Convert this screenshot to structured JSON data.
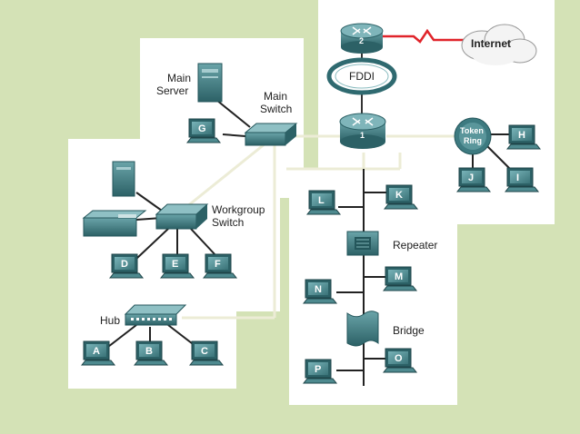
{
  "labels": {
    "main_server": [
      "Main",
      "Server"
    ],
    "main_switch": [
      "Main",
      "Switch"
    ],
    "workgroup_switch": [
      "Workgroup",
      "Switch"
    ],
    "hub": "Hub",
    "repeater": "Repeater",
    "bridge": "Bridge",
    "fddi": "FDDI",
    "internet": "Internet",
    "token_ring": [
      "Token",
      "Ring"
    ],
    "router_top": "2",
    "router_main": "1"
  },
  "pcs": {
    "G": "G",
    "D": "D",
    "E": "E",
    "F": "F",
    "A": "A",
    "B": "B",
    "C": "C",
    "L": "L",
    "K": "K",
    "N": "N",
    "M": "M",
    "P": "P",
    "O": "O",
    "H": "H",
    "J": "J",
    "I": "I"
  },
  "colors": {
    "background": "#d4e2b6",
    "panel": "#ffffff",
    "device": "#3d7a80",
    "device_dark": "#24565b",
    "link_red": "#e0242a",
    "link_pale": "#ececd6"
  }
}
